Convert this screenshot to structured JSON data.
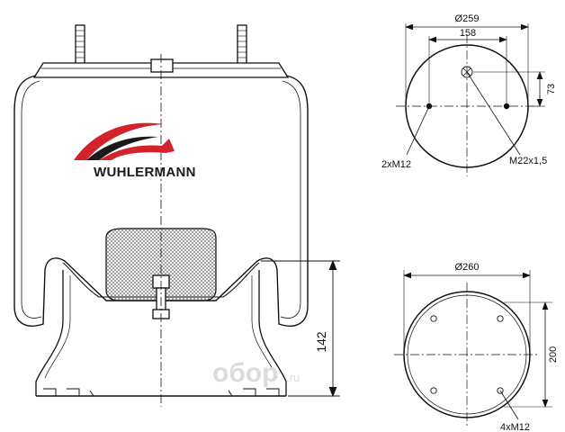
{
  "brand": {
    "name": "WUHLERMANN",
    "colors": {
      "red": "#d2232a",
      "dark": "#1a1a1a"
    }
  },
  "watermark": {
    "text": "oбop",
    "suffix": ".ru"
  },
  "left_view": {
    "dimensions": {
      "height": "142"
    }
  },
  "top_view_upper": {
    "dimensions": {
      "outer_diameter": "Ø259",
      "bolt_spacing": "158",
      "offset": "73"
    },
    "callouts": {
      "bolts": "2xM12",
      "air_inlet": "M22x1,5"
    }
  },
  "top_view_lower": {
    "dimensions": {
      "outer_diameter": "Ø260",
      "bolt_spacing": "200"
    },
    "callouts": {
      "bolts": "4xM12"
    }
  }
}
